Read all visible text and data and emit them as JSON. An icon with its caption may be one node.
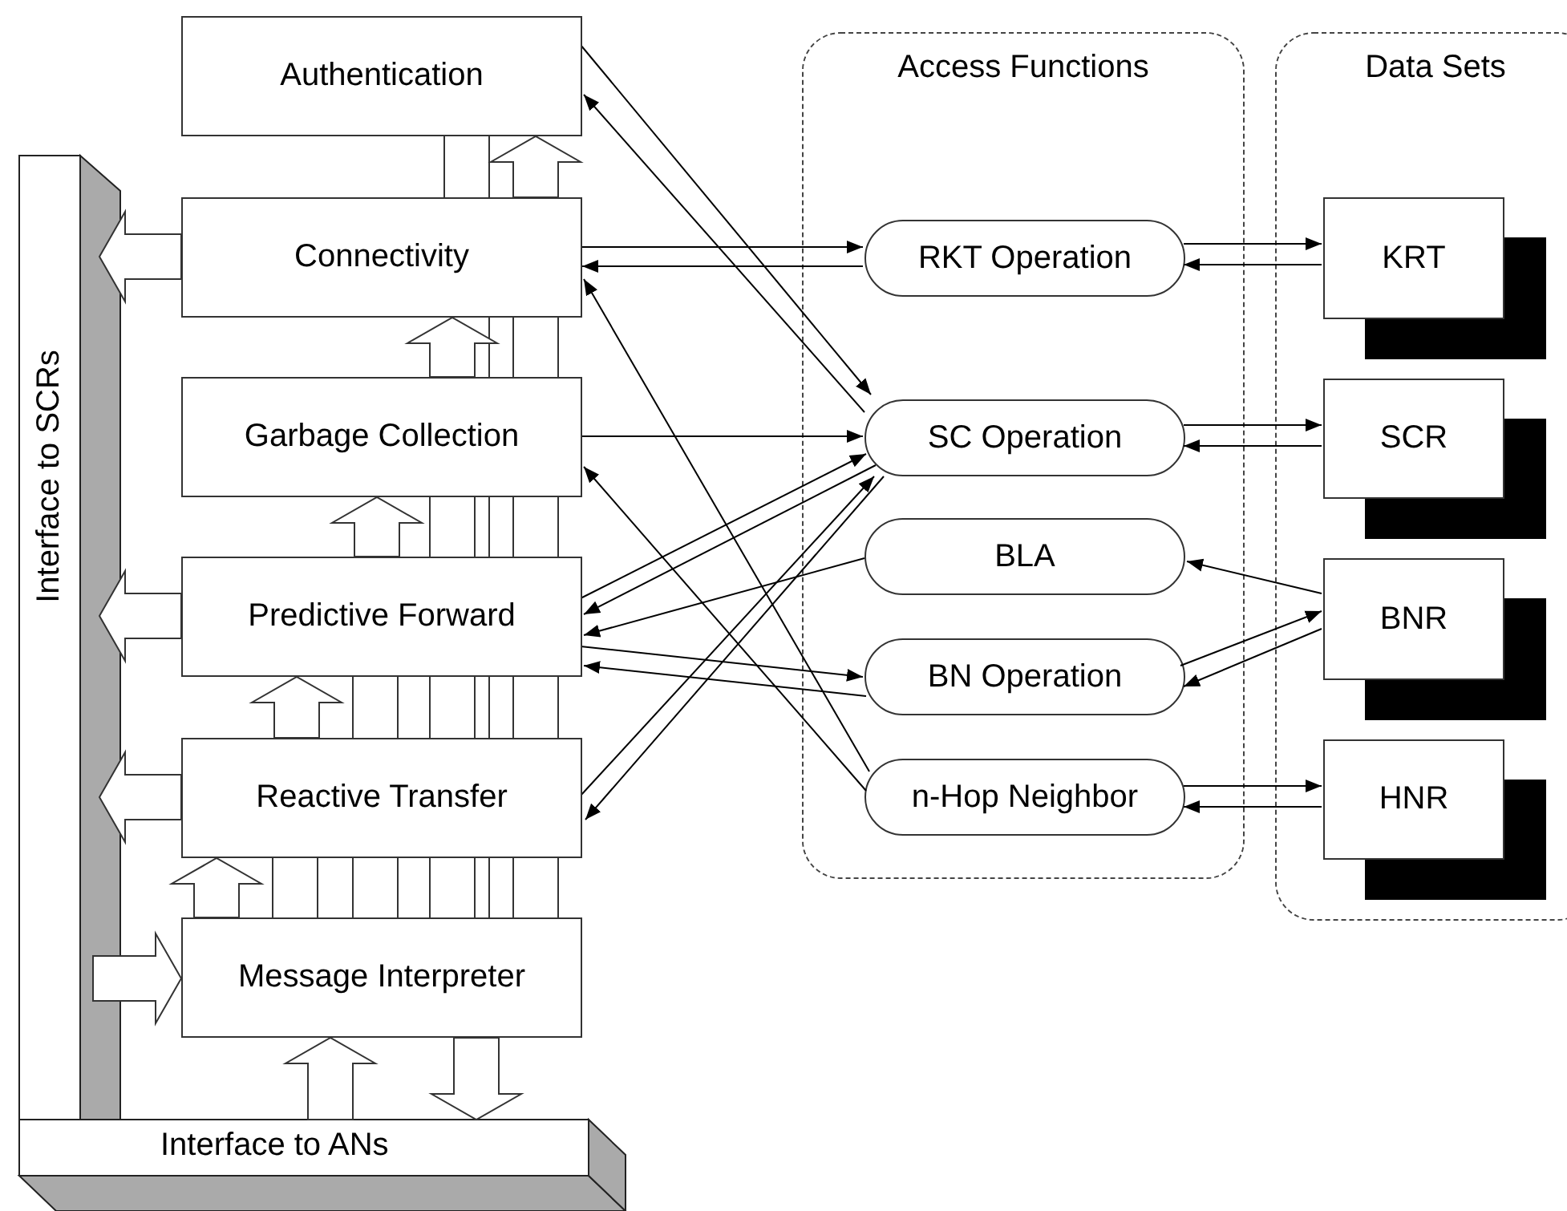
{
  "diagram": {
    "nodes": [
      {
        "text": [
          "Interface to SCRs"
        ]
      },
      {
        "text": [
          "Authentication"
        ]
      },
      {
        "text": [
          "Connectivity"
        ]
      },
      {
        "text": [
          "Garbage Collection"
        ]
      },
      {
        "text": [
          "Predictive Forward"
        ]
      },
      {
        "text": [
          "Reactive Transfer"
        ]
      },
      {
        "text": [
          "Message Interpreter"
        ]
      },
      {
        "text": [
          "Access Functions"
        ]
      },
      {
        "text": [
          "RKT Operation"
        ],
        "in": 7
      },
      {
        "text": [
          "SC Operation"
        ],
        "in": 7
      },
      {
        "text": [
          "BLA"
        ],
        "in": 7
      },
      {
        "text": [
          "BN Operation"
        ],
        "in": 7
      },
      {
        "text": [
          "n-Hop Neighbor"
        ],
        "in": 7
      },
      {
        "text": [
          "Data Sets"
        ]
      },
      {
        "text": [
          "KRT"
        ],
        "in": 13
      },
      {
        "text": [
          "SCR"
        ],
        "in": 13
      },
      {
        "text": [
          "BNR"
        ],
        "in": 13
      },
      {
        "text": [
          "HNR"
        ],
        "in": 13
      },
      {
        "text": [
          "Interface to ANs"
        ]
      }
    ],
    "edges": [
      {
        "from": 1,
        "to": 9,
        "arrow": "to"
      },
      {
        "from": 9,
        "to": 1,
        "arrow": "to"
      },
      {
        "from": 2,
        "to": 8,
        "arrow": "to"
      },
      {
        "from": 8,
        "to": 2,
        "arrow": "to"
      },
      {
        "from": 12,
        "to": 2,
        "arrow": "to"
      },
      {
        "from": 3,
        "to": 9,
        "arrow": "to"
      },
      {
        "from": 12,
        "to": 3,
        "arrow": "to"
      },
      {
        "from": 4,
        "to": 9,
        "arrow": "to"
      },
      {
        "from": 9,
        "to": 4,
        "arrow": "to"
      },
      {
        "from": 10,
        "to": 4,
        "arrow": "to"
      },
      {
        "from": 4,
        "to": 11,
        "arrow": "to"
      },
      {
        "from": 11,
        "to": 4,
        "arrow": "to"
      },
      {
        "from": 5,
        "to": 9,
        "arrow": "to"
      },
      {
        "from": 9,
        "to": 5,
        "arrow": "to"
      },
      {
        "from": 8,
        "to": 14,
        "arrow": "to"
      },
      {
        "from": 14,
        "to": 8,
        "arrow": "to"
      },
      {
        "from": 9,
        "to": 15,
        "arrow": "to"
      },
      {
        "from": 15,
        "to": 9,
        "arrow": "to"
      },
      {
        "from": 16,
        "to": 10,
        "arrow": "to"
      },
      {
        "from": 11,
        "to": 16,
        "arrow": "to"
      },
      {
        "from": 16,
        "to": 11,
        "arrow": "to"
      },
      {
        "from": 12,
        "to": 17,
        "arrow": "to"
      },
      {
        "from": 17,
        "to": 12,
        "arrow": "to"
      },
      {
        "from": 6,
        "to": 5,
        "arrow": "to",
        "style": "thick"
      },
      {
        "from": 5,
        "to": 4,
        "arrow": "to",
        "style": "thick"
      },
      {
        "from": 4,
        "to": 3,
        "arrow": "to",
        "style": "thick"
      },
      {
        "from": 3,
        "to": 2,
        "arrow": "to",
        "style": "thick"
      },
      {
        "from": 2,
        "to": 1,
        "arrow": "to",
        "style": "thick"
      },
      {
        "from": 2,
        "to": 0,
        "arrow": "to",
        "style": "thick"
      },
      {
        "from": 4,
        "to": 0,
        "arrow": "to",
        "style": "thick"
      },
      {
        "from": 5,
        "to": 0,
        "arrow": "to",
        "style": "thick"
      },
      {
        "from": 0,
        "to": 6,
        "arrow": "to",
        "style": "thick"
      },
      {
        "from": 18,
        "to": 6,
        "arrow": "to",
        "style": "thick"
      },
      {
        "from": 6,
        "to": 18,
        "arrow": "to",
        "style": "thick"
      }
    ]
  }
}
